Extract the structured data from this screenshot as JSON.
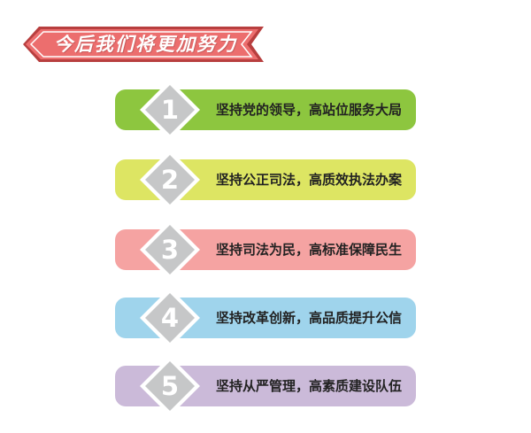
{
  "title": "今后我们将更加努力",
  "colors": {
    "banner": "#ec6e6e",
    "banner_dark": "#b83f3f",
    "diamond_fill": "#c6c7c8",
    "diamond_border": "#ffffff",
    "text": "#222222"
  },
  "items": [
    {
      "number": "1",
      "text": "坚持党的领导，高站位服务大局",
      "color": "#8dc63f"
    },
    {
      "number": "2",
      "text": "坚持公正司法，高质效执法办案",
      "color": "#dde563"
    },
    {
      "number": "3",
      "text": "坚持司法为民，高标准保障民生",
      "color": "#f5a3a2"
    },
    {
      "number": "4",
      "text": "坚持改革创新，高品质提升公信",
      "color": "#9fd4ec"
    },
    {
      "number": "5",
      "text": "坚持从严管理，高素质建设队伍",
      "color": "#cbbad9"
    }
  ]
}
